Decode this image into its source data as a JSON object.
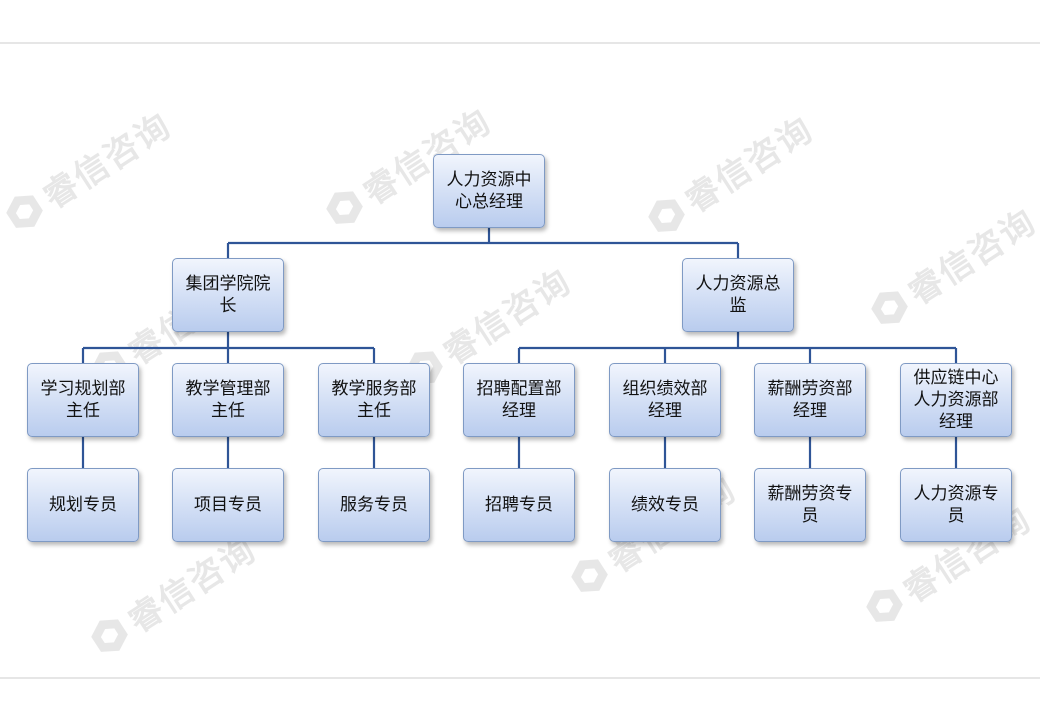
{
  "watermark": {
    "text": "睿信咨询",
    "icon": "hexagon-logo-icon"
  },
  "style": {
    "line_color": "#2f5597",
    "node_border": "#7f9ac4"
  },
  "nodes": [
    {
      "id": "root",
      "label": "人力资源中心总经理"
    },
    {
      "id": "academy",
      "label": "集团学院院长",
      "parent": "root"
    },
    {
      "id": "hrd",
      "label": "人力资源总监",
      "parent": "root"
    },
    {
      "id": "plan",
      "label": "学习规划部主任",
      "parent": "academy"
    },
    {
      "id": "teachmgmt",
      "label": "教学管理部主任",
      "parent": "academy"
    },
    {
      "id": "teachsvc",
      "label": "教学服务部主任",
      "parent": "academy"
    },
    {
      "id": "recruit",
      "label": "招聘配置部经理",
      "parent": "hrd"
    },
    {
      "id": "perf",
      "label": "组织绩效部经理",
      "parent": "hrd"
    },
    {
      "id": "comp",
      "label": "薪酬劳资部经理",
      "parent": "hrd"
    },
    {
      "id": "supply",
      "label": "供应链中心人力资源部经理",
      "parent": "hrd"
    },
    {
      "id": "plan_s",
      "label": "规划专员",
      "parent": "plan"
    },
    {
      "id": "proj_s",
      "label": "项目专员",
      "parent": "teachmgmt"
    },
    {
      "id": "svc_s",
      "label": "服务专员",
      "parent": "teachsvc"
    },
    {
      "id": "recruit_s",
      "label": "招聘专员",
      "parent": "recruit"
    },
    {
      "id": "perf_s",
      "label": "绩效专员",
      "parent": "perf"
    },
    {
      "id": "comp_s",
      "label": "薪酬劳资专员",
      "parent": "comp"
    },
    {
      "id": "hr_s",
      "label": "人力资源专员",
      "parent": "supply"
    }
  ]
}
